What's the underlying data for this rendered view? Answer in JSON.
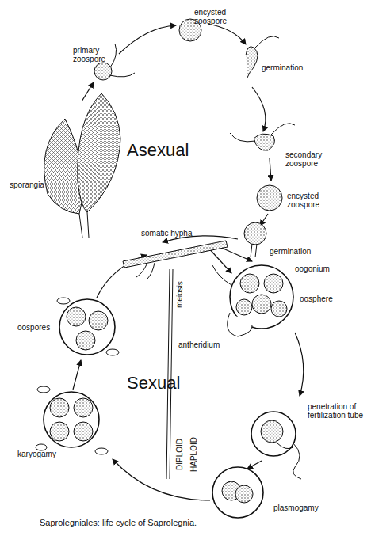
{
  "diagram": {
    "caption": "Saprolegniales: life cycle of Saprolegnia.",
    "labels": [
      "encysted zoospore",
      "primary zoospore",
      "germination",
      "secondary zoospore",
      "encysted zoospore",
      "germination",
      "sporangia",
      "somatic hypha",
      "Asexual",
      "oogonium",
      "oosphere",
      "meiosis",
      "antheridium",
      "Sexual",
      "penetration of fertilization tube",
      "oospores",
      "karyogamy",
      "DIPLOID",
      "HAPLOID",
      "plasmogamy"
    ]
  }
}
